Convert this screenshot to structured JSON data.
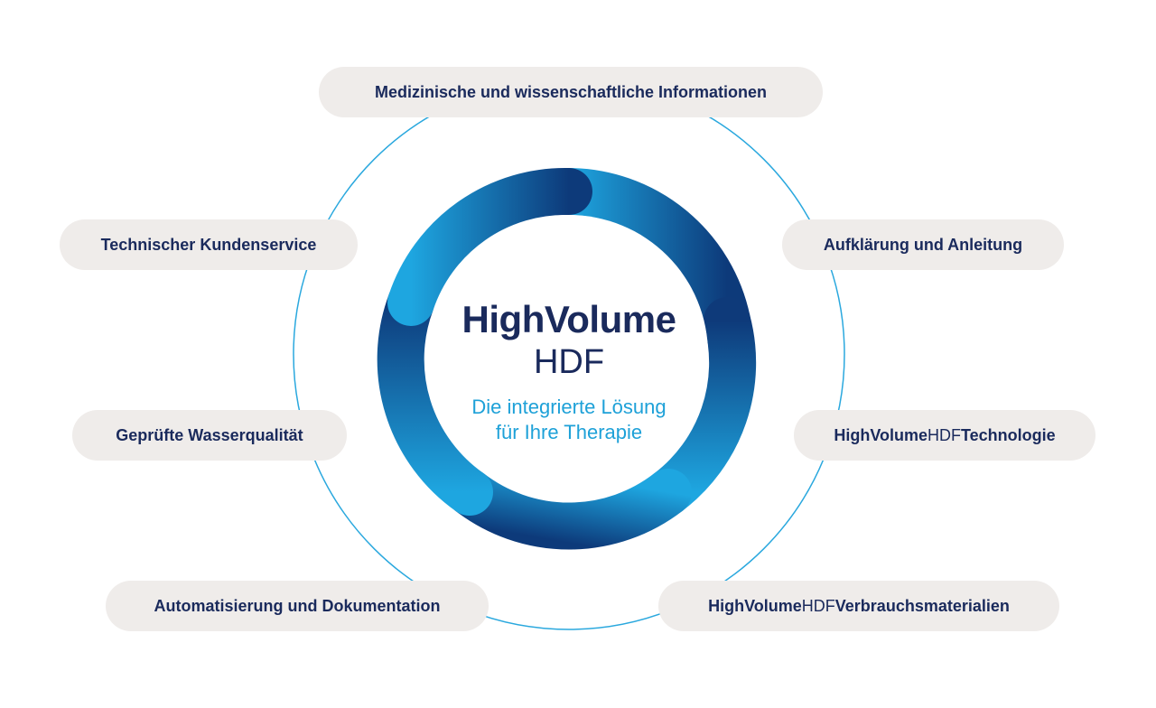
{
  "center": {
    "title": "HighVolume",
    "subtitle": "HDF",
    "tagline_line1": "Die integrierte Lösung",
    "tagline_line2": "für Ihre Therapie"
  },
  "services": [
    {
      "label": "Medizinische und wissenschaftliche Informationen"
    },
    {
      "label": "Aufklärung und Anleitung"
    },
    {
      "label_bold": "HighVolume",
      "label_light": "HDF",
      "label_rest": " Technologie"
    },
    {
      "label_bold": "HighVolume",
      "label_light": "HDF",
      "label_rest": " Verbrauchsmaterialien"
    },
    {
      "label": "Automatisierung und Dokumentation"
    },
    {
      "label": "Geprüfte Wasserqualität"
    },
    {
      "label": "Technischer Kundenservice"
    }
  ],
  "colors": {
    "navy": "#1a2a5c",
    "cyan": "#1ea1d8",
    "pill_bg": "#efecea",
    "ring_dark": "#0f3c7d",
    "ring_light": "#1ea6e0"
  }
}
